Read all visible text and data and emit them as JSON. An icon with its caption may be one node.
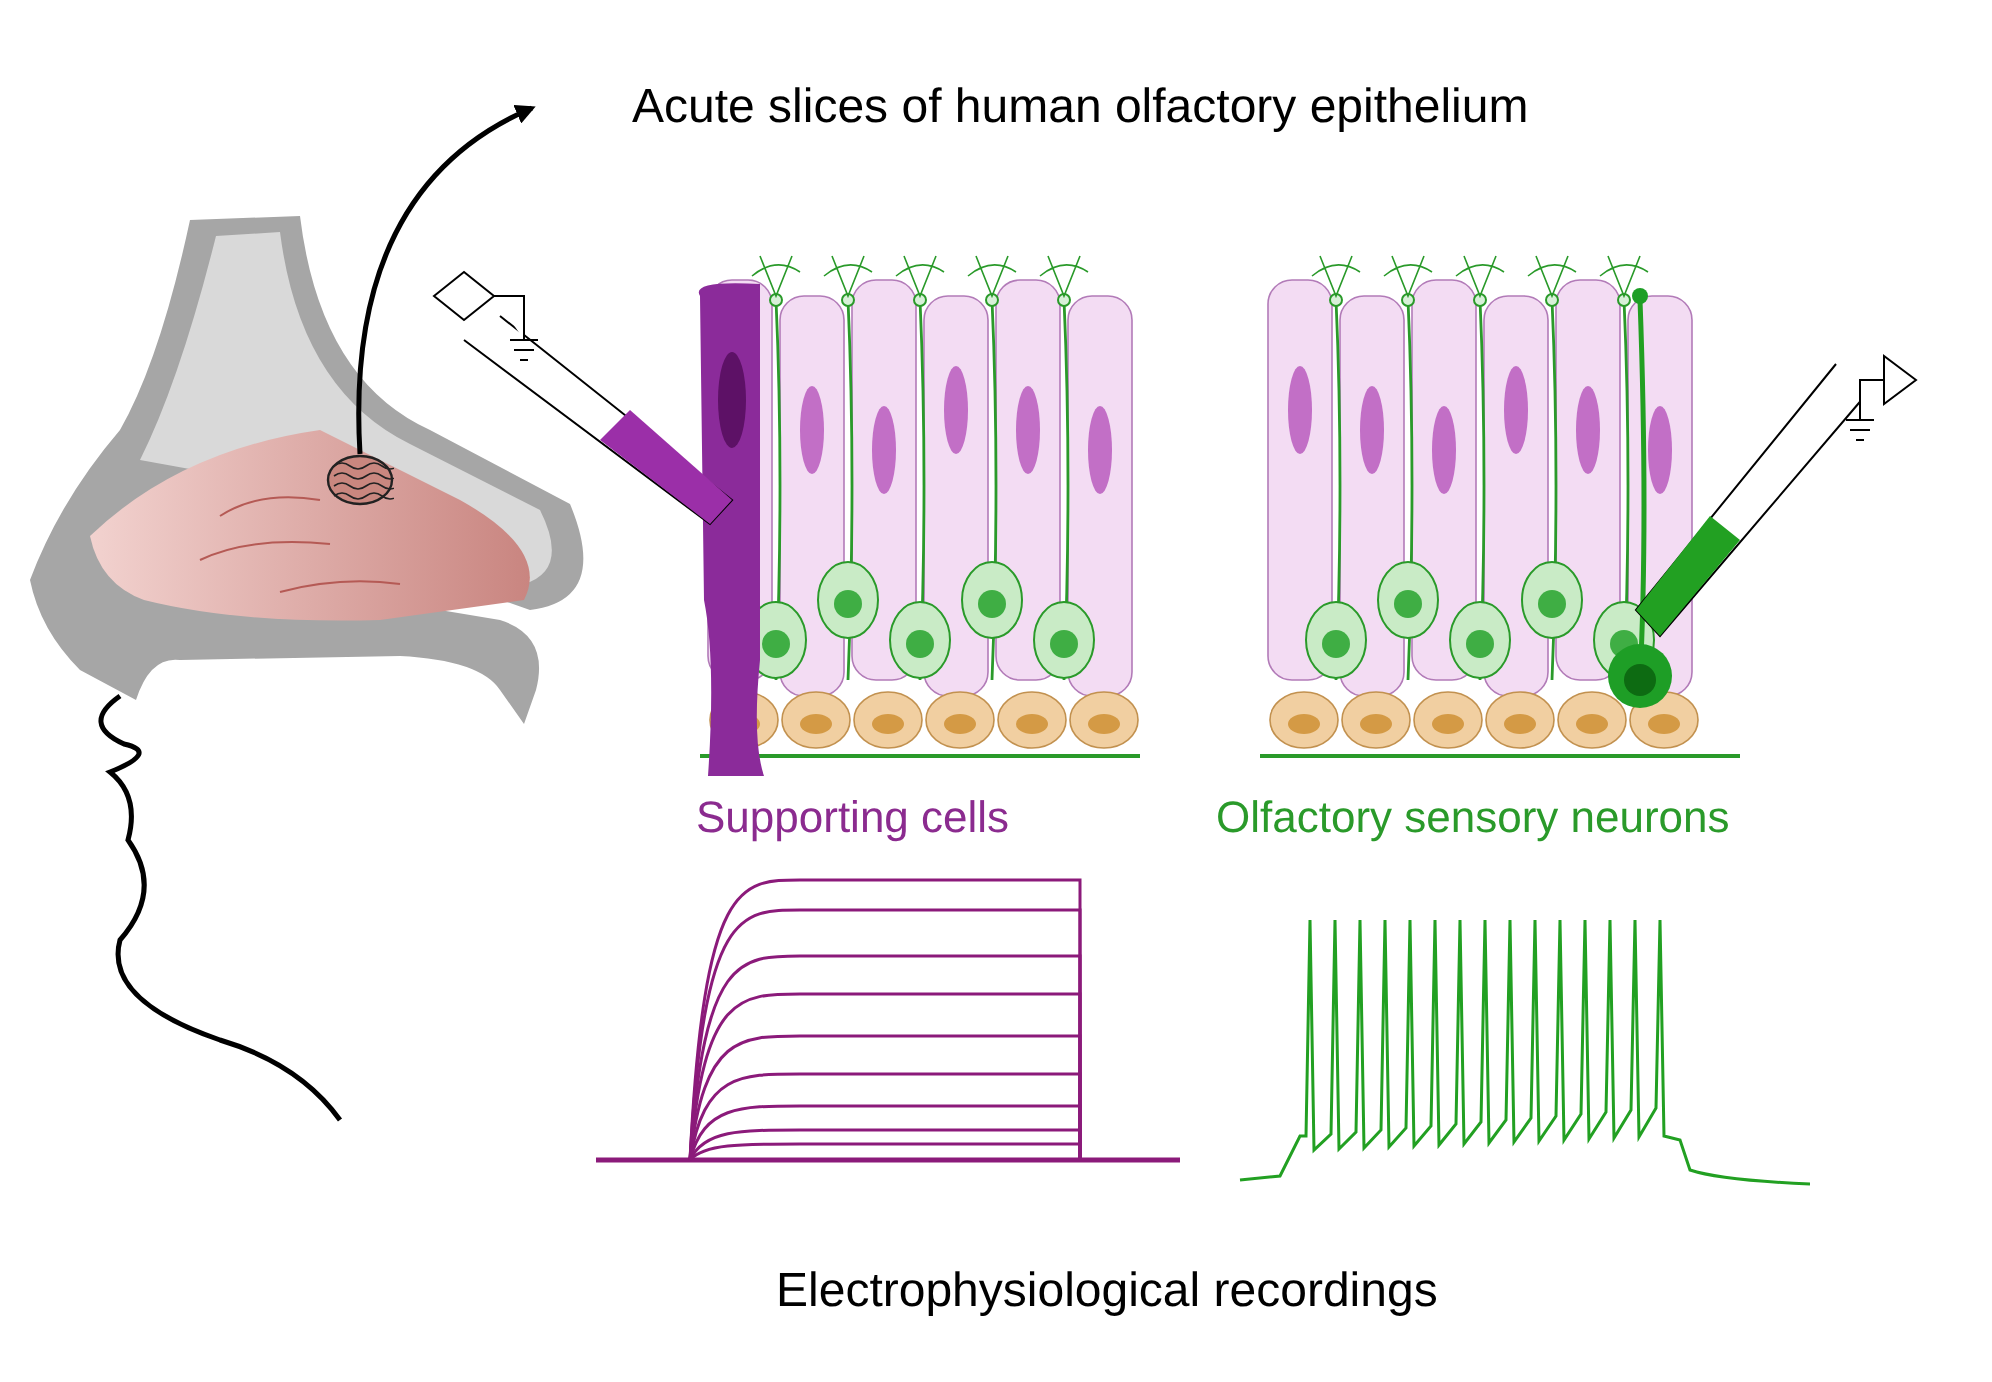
{
  "diagram": {
    "nodes": [
      {
        "text": [],
        "shape": "picture"
      },
      {
        "text": [
          "Acute slices of human olfactory epithelium"
        ]
      }
    ],
    "edges": [
      {
        "from": 0,
        "to": 1,
        "arrow": "to"
      }
    ],
    "labels": [
      "Supporting cells",
      "Olfactory sensory neurons",
      "Electrophysiological recordings"
    ]
  }
}
